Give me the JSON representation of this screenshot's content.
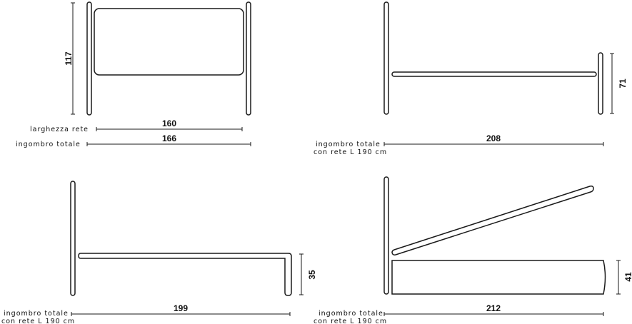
{
  "views": {
    "front": {
      "height": "117",
      "width_inner": "160",
      "width_inner_label": "larghezza rete",
      "width_outer": "166",
      "width_outer_label": "ingombro totale"
    },
    "side": {
      "foot_height": "71",
      "length": "208",
      "length_label_1": "ingombro totale",
      "length_label_2": "con rete L 190 cm"
    },
    "side_low": {
      "height": "35",
      "length": "199",
      "length_label_1": "ingombro totale",
      "length_label_2": "con rete L 190 cm"
    },
    "storage": {
      "height": "41",
      "length": "212",
      "length_label_1": "ingombro totale",
      "length_label_2": "con rete L 190 cm"
    }
  }
}
